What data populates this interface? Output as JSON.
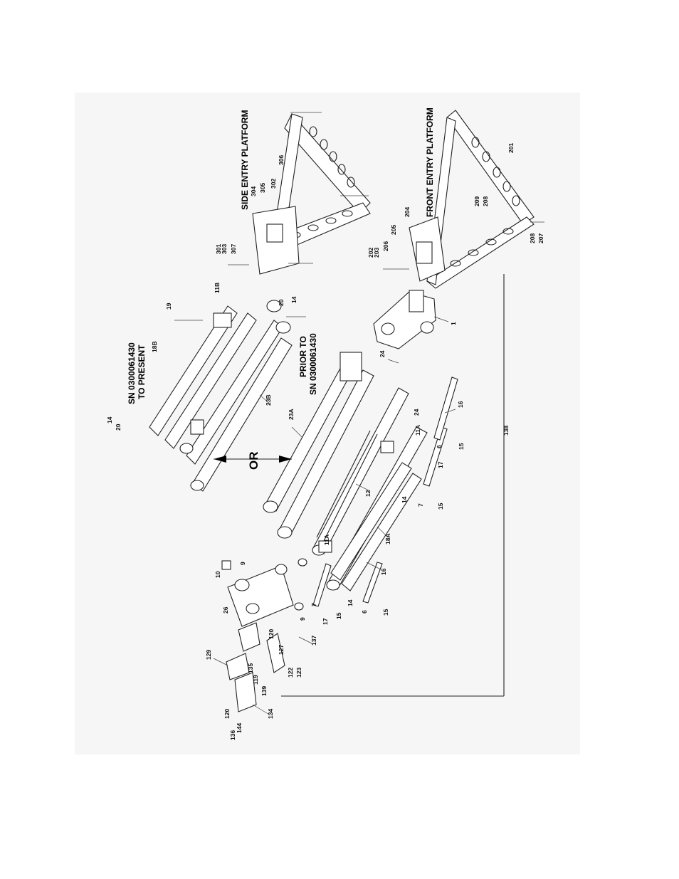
{
  "titles": {
    "side_entry": "SIDE ENTRY PLATFORM",
    "front_entry": "FRONT ENTRY PLATFORM",
    "sn_present_1": "SN 0300061430",
    "sn_present_2": "TO PRESENT",
    "prior_1": "PRIOR TO",
    "prior_2": "SN 0300061430",
    "or": "OR"
  },
  "callouts": {
    "c301": "301",
    "c303": "303",
    "c307": "307",
    "c304": "304",
    "c305": "305",
    "c302": "302",
    "c306": "306",
    "c202": "202",
    "c203": "203",
    "c206": "206",
    "c205": "205",
    "c204": "204",
    "c209": "209",
    "c208a": "208",
    "c201": "201",
    "c208b": "208",
    "c207": "207",
    "c11b": "11B",
    "c19": "19",
    "c20a": "20",
    "c14a": "14",
    "c18b": "18B",
    "c20b": "20",
    "c14b": "14",
    "c23b": "23B",
    "c23a": "23A",
    "c24a": "24",
    "c24b": "24",
    "c1": "1",
    "c16a": "16",
    "c11a_a": "11A",
    "c6a": "6",
    "c15a": "15",
    "c17a": "17",
    "c14c": "14",
    "c7a": "7",
    "c15b": "15",
    "c12": "12",
    "c18a": "18A",
    "c11a_b": "11A",
    "c10": "10",
    "c9a": "9",
    "c26": "26",
    "c9b": "9",
    "c7b": "7",
    "c17b": "17",
    "c15c": "15",
    "c14d": "14",
    "c6b": "6",
    "c16b": "16",
    "c15d": "15",
    "c120a": "120",
    "c127": "127",
    "c137": "137",
    "c129": "129",
    "c135": "135",
    "c119": "119",
    "c139": "139",
    "c122": "122",
    "c123": "123",
    "c120b": "120",
    "c136": "136",
    "c144": "144",
    "c134": "134",
    "c138": "138"
  }
}
